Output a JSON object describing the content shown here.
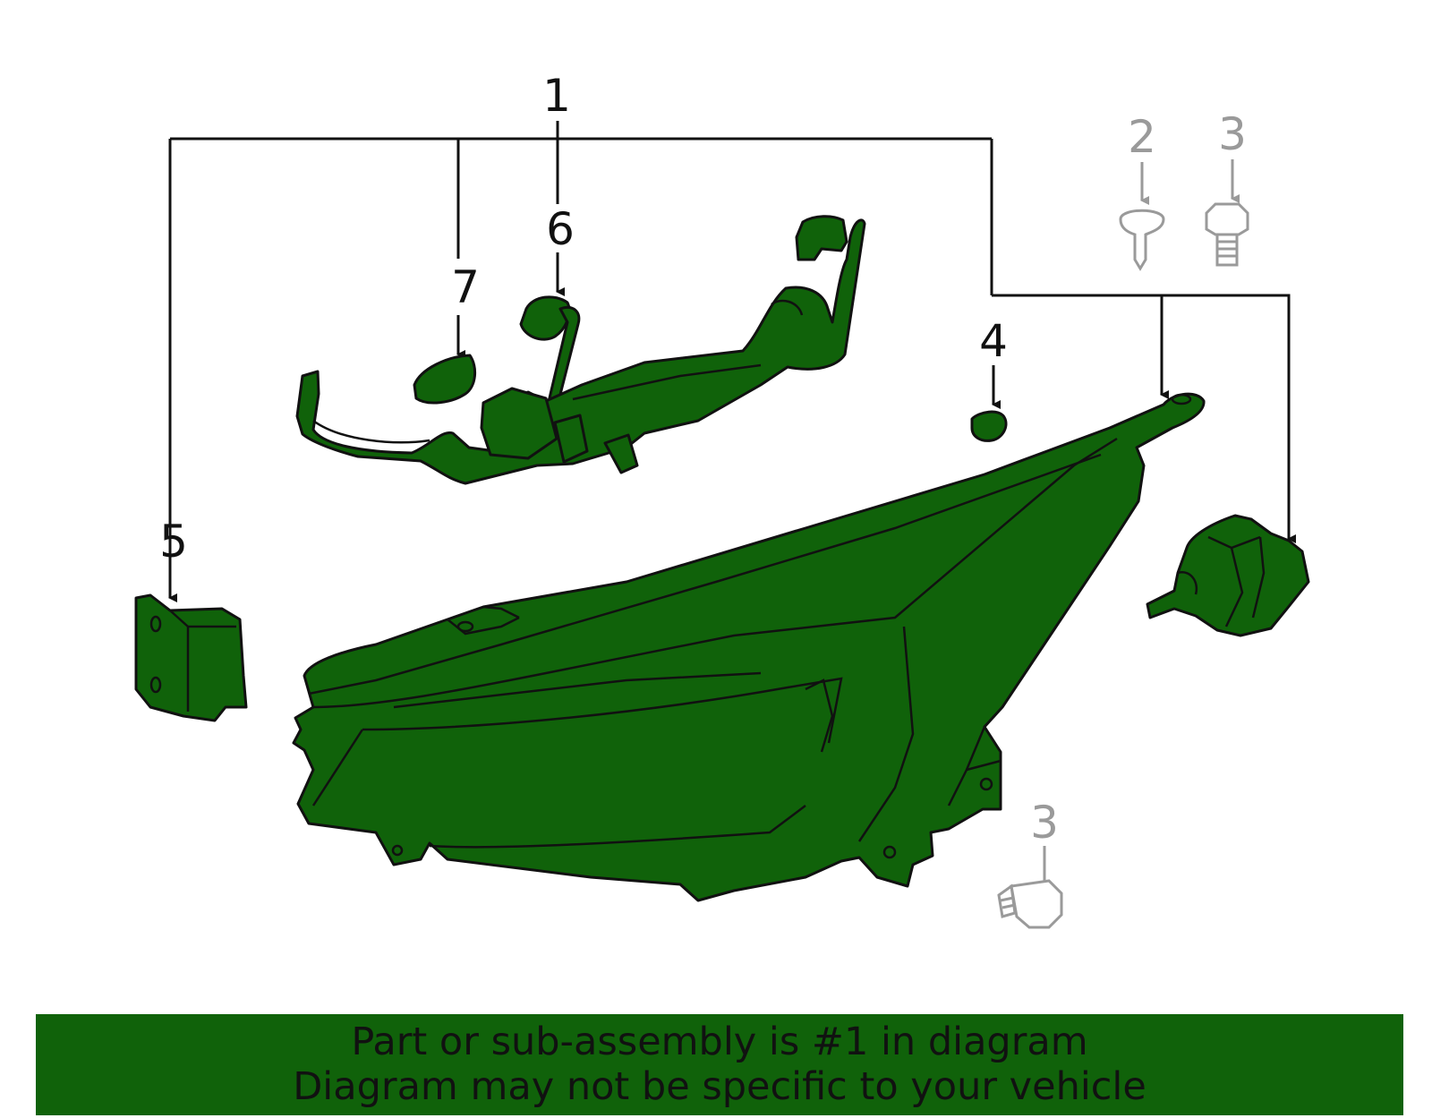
{
  "callouts": {
    "c1": "1",
    "c2": "2",
    "c3_top": "3",
    "c3_bottom": "3",
    "c4": "4",
    "c5": "5",
    "c6": "6",
    "c7": "7"
  },
  "banner": {
    "line1": "Part or sub-assembly is #1 in diagram",
    "line2": "Diagram may not be specific to your vehicle"
  },
  "colors": {
    "highlight": "#10620a",
    "outline": "#111111",
    "other_parts": "#9a9a9a"
  }
}
